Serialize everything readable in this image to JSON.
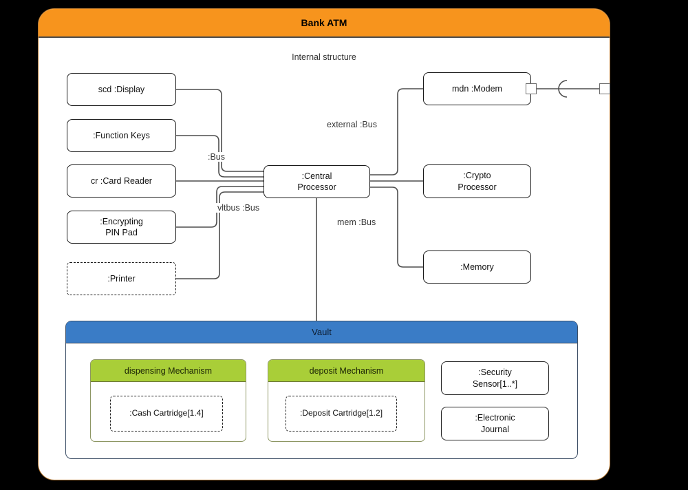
{
  "colors": {
    "orange": "#F7941D",
    "blue": "#3A7CC6",
    "green": "#A9CE38",
    "wire": "#4d4d4d"
  },
  "component": {
    "title": "Bank ATM",
    "subtitle": "Internal structure"
  },
  "parts": {
    "display": "scd :Display",
    "function_keys": ":Function Keys",
    "card_reader": "cr :Card Reader",
    "pin_pad": ":Encrypting\nPIN Pad",
    "printer": ":Printer",
    "central_processor": ":Central\nProcessor",
    "modem": "mdn :Modem",
    "crypto": ":Crypto\nProcessor",
    "memory": ":Memory"
  },
  "bus_labels": {
    "bus": ":Bus",
    "vltbus": "vltbus :Bus",
    "external": "external :Bus",
    "mem": "mem :Bus"
  },
  "vault": {
    "title": "Vault",
    "dispensing": {
      "title": "dispensing Mechanism",
      "cartridge": ":Cash Cartridge[1.4]"
    },
    "deposit": {
      "title": "deposit Mechanism",
      "cartridge": ":Deposit Cartridge[1.2]"
    },
    "sensor": ":Security\nSensor[1..*]",
    "journal": ":Electronic\nJournal"
  }
}
